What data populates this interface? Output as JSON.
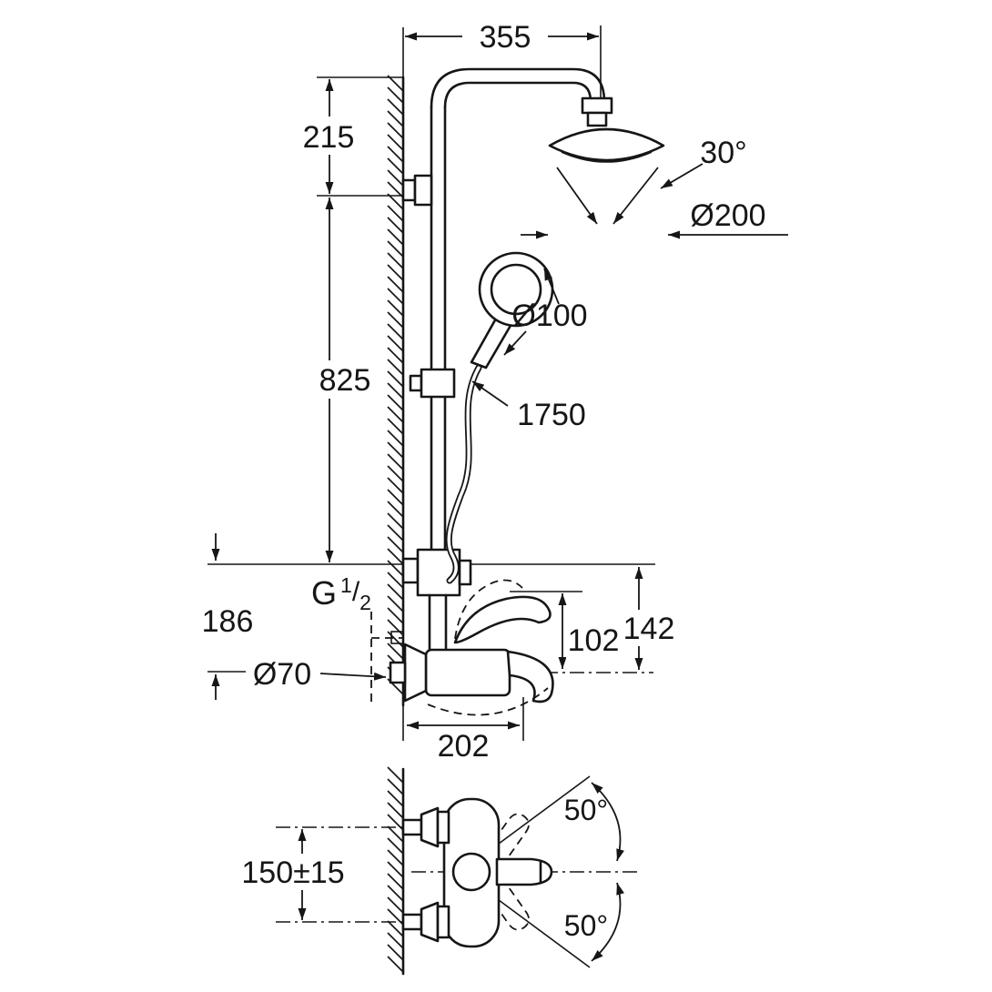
{
  "drawing": {
    "background": "#ffffff",
    "line_color": "#161616",
    "labels": {
      "width_top": "355",
      "height_upper": "215",
      "spray_angle": "30°",
      "head_diameter": "Ø200",
      "rail_height": "825",
      "handshower_diameter": "Ø100",
      "hose_length": "1750",
      "thread_prefix": "G",
      "thread_numerator": "1",
      "thread_slash": "/",
      "thread_denominator": "2",
      "bracket_to_center": "186",
      "escutcheon_diameter": "Ø70",
      "handle_height": "102",
      "body_height": "142",
      "spout_reach": "202",
      "inlet_spacing": "150±15",
      "swivel_angle_up": "50°",
      "swivel_angle_down": "50°"
    }
  }
}
